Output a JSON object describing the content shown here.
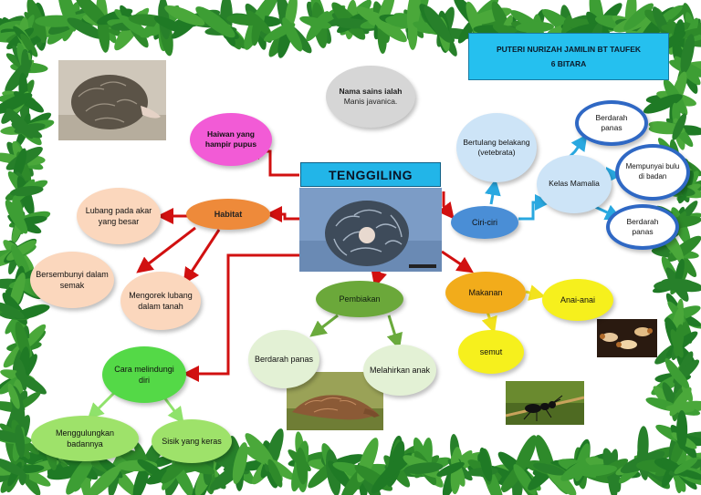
{
  "author": {
    "name": "PUTERI NURIZAH JAMILIN BT TAUFEK",
    "class": "6 BITARA"
  },
  "title": "TENGGILING",
  "scientific_name": {
    "prefix": "Nama sains ialah",
    "name": "Manis javanica."
  },
  "top_left_node": "Haiwan yang hampir pupus",
  "habitat": {
    "label": "Habitat",
    "children": [
      "Lubang pada akar yang besar",
      "Bersembunyi dalam semak",
      "Mengorek lubang dalam tanah"
    ]
  },
  "ciri": {
    "label": "Ciri-ciri",
    "bertulang": "Bertulang belakang\n(vetebrata)",
    "kelas": "Kelas Mamalia",
    "kelas_children": [
      "Berdarah panas",
      "Mempunyai bulu di badan",
      "Berdarah panas"
    ]
  },
  "makanan": {
    "label": "Makanan",
    "children": [
      "Anai-anai",
      "semut"
    ]
  },
  "pembiakan": {
    "label": "Pembiakan",
    "children": [
      "Berdarah panas",
      "Melahirkan anak"
    ]
  },
  "cara": {
    "label": "Cara melindungi diri",
    "children": [
      "Menggulungkan badannya",
      "Sisik yang keras"
    ]
  },
  "colors": {
    "leaf_green": "#2e8a2a",
    "arrow_red": "#d11010",
    "title_box": "#22b5e8",
    "author_box": "#25c0ef",
    "pink": "#f25bd6",
    "habitat_orange": "#ee8a3a",
    "peach": "#fbd7bd",
    "ciri_blue": "#4a8ed6",
    "light_blue": "#cde4f7",
    "ring_blue": "#2f68c4",
    "makanan_orange": "#f2ac1b",
    "yellow": "#f6f01d",
    "pembiakan_green": "#6ba83a",
    "pale_green": "#e3f1d5",
    "cara_green": "#54d947",
    "light_green": "#9ee26a",
    "grey": "#cfcfcf"
  }
}
